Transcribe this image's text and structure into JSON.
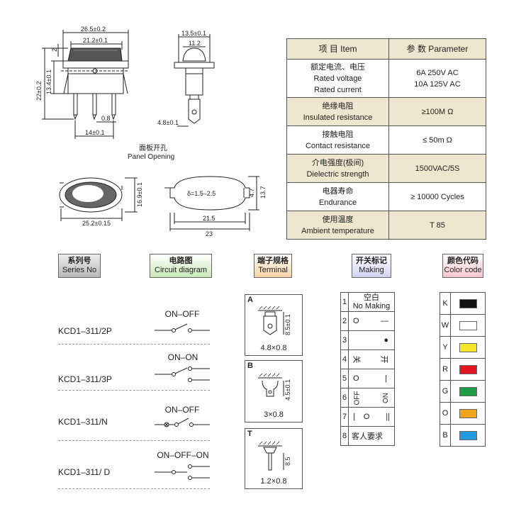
{
  "dims": {
    "top_width": "26.5±0.2",
    "top_inner": "21.2±0.1",
    "top_two": "2",
    "height_total": "22±0.2",
    "height_body": "13.4±0.1",
    "pin_pitch": "0.8",
    "pin_span": "14±0.1",
    "side_width": "13.5±0.1",
    "side_dome": "11.2",
    "side_pin": "4.8±0.1",
    "panel_zh": "面板开孔",
    "panel_en": "Panel Opening",
    "front_h": "16.9±0.1",
    "front_w": "25.2±0.15",
    "hole_delta": "δ=1.5–2.5",
    "hole_h": "13.7",
    "hole_47": "4.7",
    "hole_inner": "21.5",
    "hole_outer": "23"
  },
  "params": {
    "header_item": "项 目  Item",
    "header_param": "参 数  Parameter",
    "rows": [
      {
        "zh": "额定电流、电压",
        "en": "Rated voltage",
        "en2": "Rated current",
        "value": "6A  250V AC",
        "value2": "10A 125V AC"
      },
      {
        "zh": "绝缘电阻",
        "en": "Insulated resistance",
        "value": "≥100M Ω"
      },
      {
        "zh": "接触电阻",
        "en": "Contact resistance",
        "value": "≤ 50m Ω"
      },
      {
        "zh": "介电强度(极间)",
        "en": "Dielectric strength",
        "value": "1500VAC/5S"
      },
      {
        "zh": "电器寿命",
        "en": "Endurance",
        "value": "≥ 10000 Cycles"
      },
      {
        "zh": "使用温度",
        "en": "Ambient temperature",
        "value": "T 85"
      }
    ]
  },
  "headers": {
    "series": {
      "zh": "系列号",
      "en": "Series No"
    },
    "circuit": {
      "zh": "电路图",
      "en": "Circuit diagram"
    },
    "terminal": {
      "zh": "端子规格",
      "en": "Terminal"
    },
    "making": {
      "zh": "开关标记",
      "en": "Making"
    },
    "color": {
      "zh": "颜色代码",
      "en": "Color code"
    }
  },
  "series_rows": [
    {
      "model": "KCD1–311/2P",
      "circuit": "ON–OFF"
    },
    {
      "model": "KCD1–311/3P",
      "circuit": "ON–ON"
    },
    {
      "model": "KCD1–311/N",
      "circuit": "ON–OFF"
    },
    {
      "model": "KCD1–311/ D",
      "circuit": "ON–OFF–ON"
    }
  ],
  "terminals": [
    {
      "letter": "A",
      "size": "4.8×0.8",
      "dim": "8.5±0.1"
    },
    {
      "letter": "B",
      "size": "3×0.8",
      "dim": "4.5±0.1"
    },
    {
      "letter": "T",
      "size": "1.2×0.8",
      "dim": "8.5"
    }
  ],
  "making": [
    {
      "n": "1",
      "zh": "空白",
      "en": "No Making"
    },
    {
      "n": "2",
      "a": "O",
      "b": "—"
    },
    {
      "n": "3",
      "b": "●"
    },
    {
      "n": "4",
      "a": "关",
      "b": "开"
    },
    {
      "n": "5",
      "a": "O",
      "b": "|"
    },
    {
      "n": "6",
      "a": "OFF",
      "b": "ON"
    },
    {
      "n": "7",
      "a": "|",
      "m": "O",
      "b": "||"
    },
    {
      "n": "8",
      "zh": "客人要求"
    }
  ],
  "colors": [
    {
      "code": "K",
      "hex": "#111111"
    },
    {
      "code": "W",
      "hex": "#ffffff"
    },
    {
      "code": "Y",
      "hex": "#f5e62a"
    },
    {
      "code": "R",
      "hex": "#e3141f"
    },
    {
      "code": "G",
      "hex": "#1e9b43"
    },
    {
      "code": "O",
      "hex": "#f4a418"
    },
    {
      "code": "B",
      "hex": "#1f9be0"
    }
  ]
}
